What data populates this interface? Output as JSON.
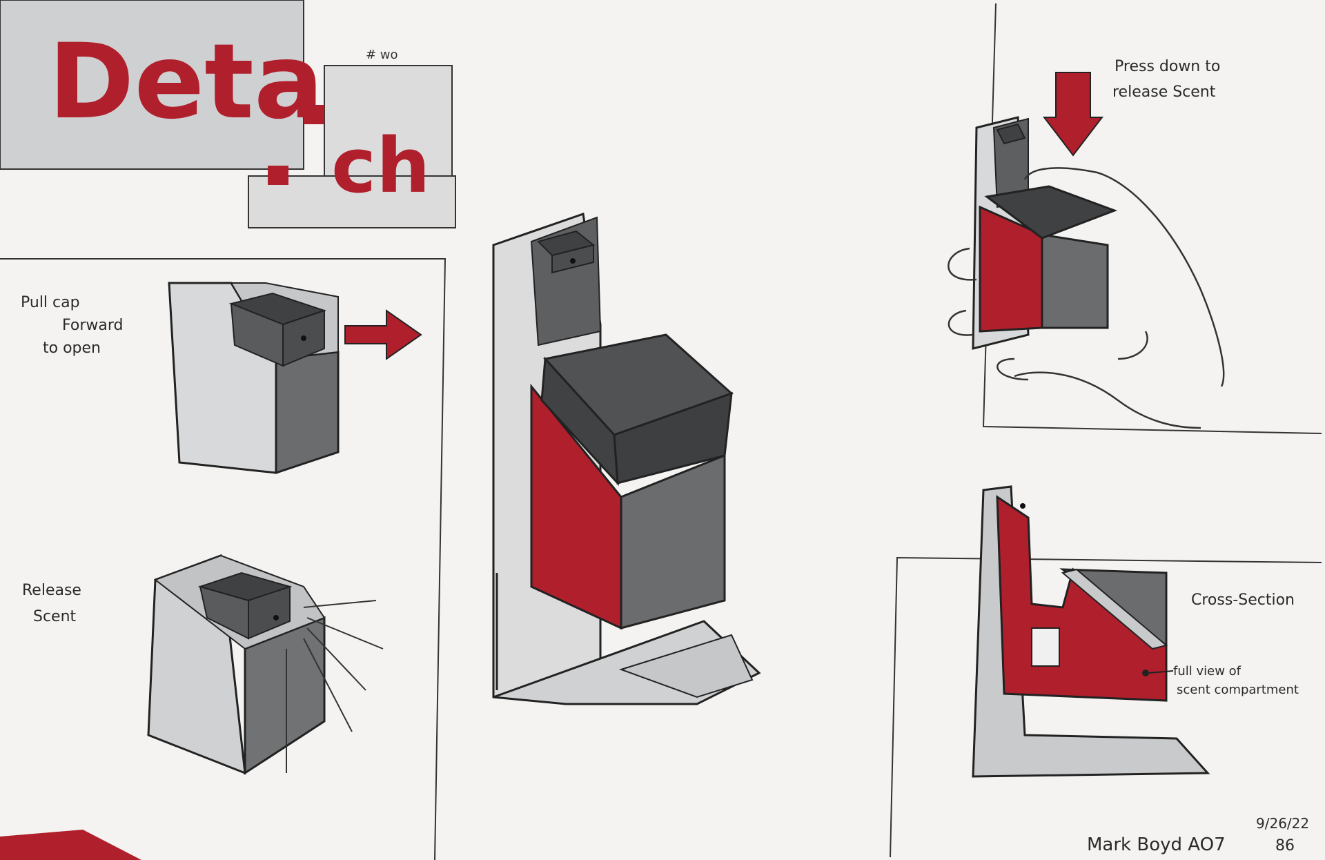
{
  "title": {
    "part1": "Deta",
    "part2": "ch"
  },
  "corner_note": "# wo",
  "captions": {
    "pull_cap": [
      "Pull cap",
      "Forward",
      "to open"
    ],
    "release_scent": [
      "Release",
      "Scent"
    ],
    "press_down": [
      "Press down to",
      "release Scent"
    ],
    "cross_section": "Cross-Section",
    "full_view": [
      "full view of",
      "scent compartment"
    ]
  },
  "signature": {
    "name": "Mark Boyd AO7",
    "date": "9/26/22",
    "section": "86"
  },
  "colors": {
    "red": "#b01f2c",
    "dark_gray": "#555759",
    "light_gray": "#d4d5d6",
    "paper": "#f4f3f1"
  },
  "icons": [
    "arrow-right-icon",
    "arrow-down-icon",
    "hand-icon"
  ]
}
